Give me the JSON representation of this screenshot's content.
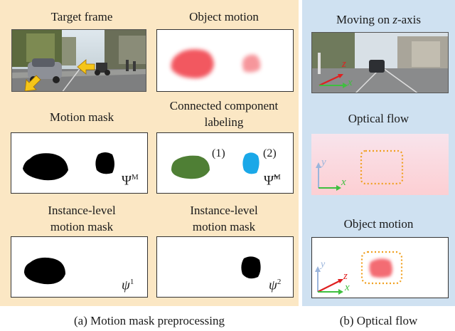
{
  "panel_a": {
    "target_frame": "Target frame",
    "object_motion": "Object motion",
    "motion_mask": "Motion mask",
    "ccl_line1": "Connected component",
    "ccl_line2": "labeling",
    "inst1_line1": "Instance-level",
    "inst1_line2": "motion mask",
    "inst2_line1": "Instance-level",
    "inst2_line2": "motion mask",
    "psi_M": "Ψ",
    "psi_M_sup": "M",
    "psi_tilde": "Ψ̃",
    "psi_tilde_sup": "M",
    "label_1": "(1)",
    "label_2": "(2)",
    "psi1": "ψ",
    "psi1_sup": "1",
    "psi2": "ψ",
    "psi2_sup": "2",
    "caption": "(a) Motion mask preprocessing"
  },
  "panel_b": {
    "moving_pre": "Moving on ",
    "moving_z": "z",
    "moving_post": "-axis",
    "optical_flow": "Optical flow",
    "object_motion": "Object motion",
    "axis_x": "x",
    "axis_y": "y",
    "axis_z": "z",
    "caption": "(b) Optical flow"
  },
  "colors": {
    "panel_a_bg": "#fbe7c4",
    "panel_b_bg": "#cfe1f1",
    "motion_red": "#f03a45",
    "component_green": "#4f7f35",
    "component_blue": "#1aa8e8",
    "arrow_yellow": "#f5c518",
    "axis_red": "#e02020",
    "axis_green": "#3fbf3f",
    "axis_blue": "#9bb5dc",
    "dotted_orange": "#f0a020"
  }
}
